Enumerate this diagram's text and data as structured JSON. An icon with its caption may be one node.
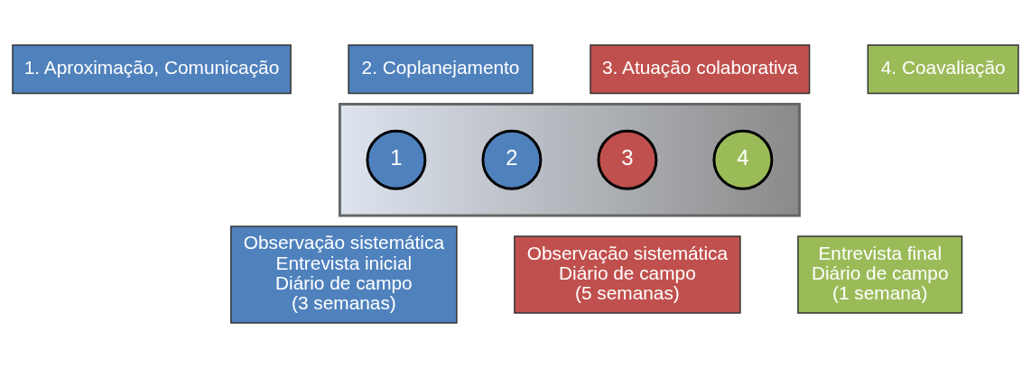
{
  "diagram": {
    "nodes": [
      {
        "text": [
          "1. Aproximação, Comunicação"
        ]
      },
      {
        "text": [
          "2. Coplanejamento"
        ]
      },
      {
        "text": [
          "3. Atuação colaborativa"
        ]
      },
      {
        "text": [
          "4. Coavaliação"
        ]
      },
      {
        "text": [],
        "shape": "arrow"
      },
      {
        "text": [
          "1"
        ],
        "in": 4
      },
      {
        "text": [
          "2"
        ],
        "in": 4
      },
      {
        "text": [
          "3"
        ],
        "in": 4
      },
      {
        "text": [
          "4"
        ],
        "in": 4
      },
      {
        "text": [
          "Observação sistemática",
          "Entrevista inicial",
          "Diário de campo",
          "(3 semanas)"
        ]
      },
      {
        "text": [
          "Observação sistemática",
          "Diário de campo",
          "(5 semanas)"
        ]
      },
      {
        "text": [
          "Entrevista final",
          "Diário de campo",
          "(1 semana)"
        ]
      }
    ],
    "edges": []
  }
}
